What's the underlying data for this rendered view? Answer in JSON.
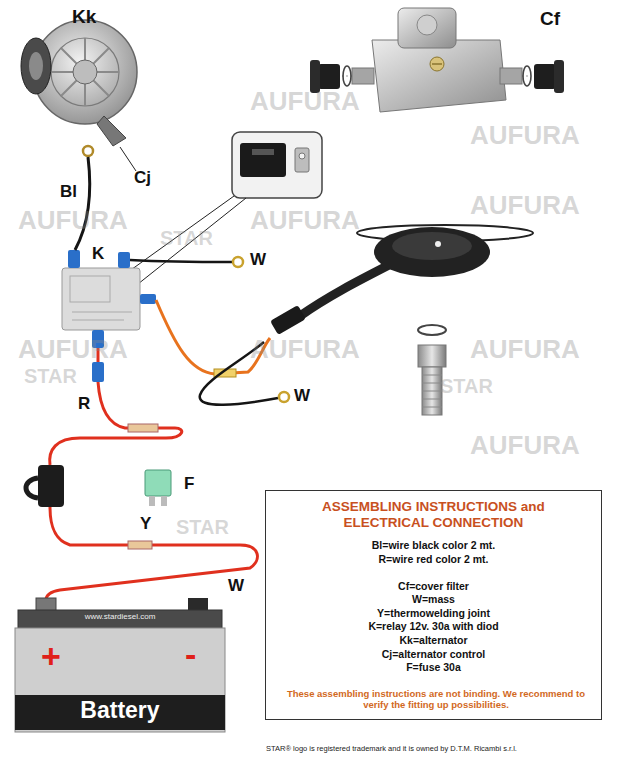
{
  "diagram": {
    "nodes": [
      {
        "text": [
          "www.stardiesel.com",
          "+",
          "-",
          "Battery"
        ]
      },
      {
        "text": [
          "ASSEMBLING INSTRUCTIONS and ELECTRICAL CONNECTION",
          "Bl=wire black color 2 mt.",
          "R=wire red color 2 mt.",
          "Cf=cover filter",
          "W=mass",
          "Y=thermowelding joint",
          "K=relay 12v. 30a with diod",
          "Kk=alternator",
          "Cj=alternator control",
          "F=fuse 30a",
          "These assembling instructions are not binding. We recommend to verify the fitting up possibilities."
        ]
      }
    ],
    "labels": [
      "Kk",
      "Cf",
      "Cj",
      "Bl",
      "K",
      "W",
      "W",
      "R",
      "F",
      "Y",
      "W",
      "STAR® logo is registered trademark and it is owned by D.T.M. Ricambi s.r.l.",
      "AUFURA",
      "AUFURA",
      "AUFURA",
      "AUFURA",
      "AUFURA",
      "AUFURA",
      "AUFURA",
      "AUFURA",
      "AUFURA",
      "STAR",
      "STAR",
      "STAR",
      "STAR"
    ]
  }
}
